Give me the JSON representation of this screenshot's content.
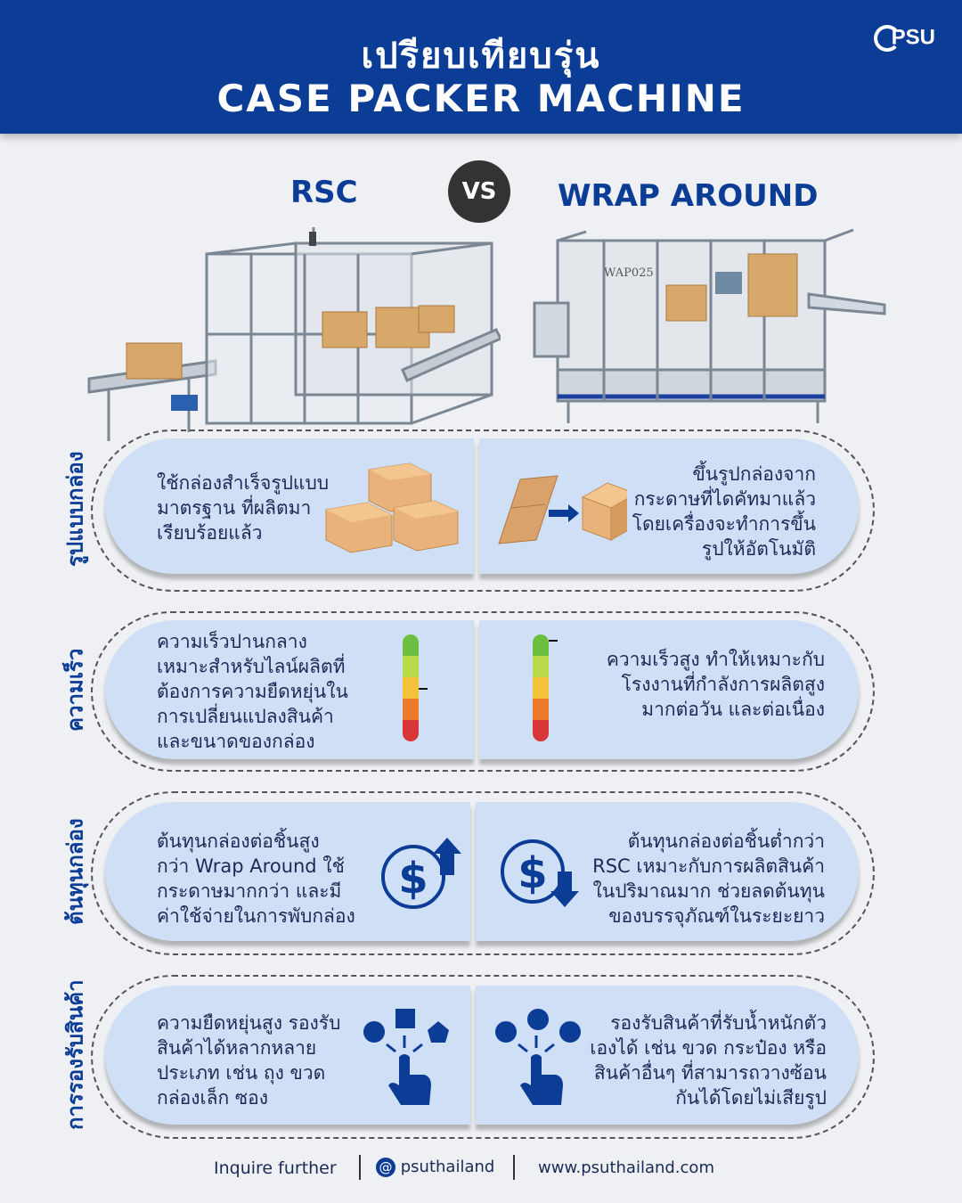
{
  "header": {
    "title_th": "เปรียบเทียบรุ่น",
    "title_en": "CASE PACKER MACHINE",
    "logo_text": "PSU"
  },
  "columns": {
    "left": "RSC",
    "vs": "VS",
    "right": "WRAP AROUND"
  },
  "machine_label": "WAP025",
  "rows": [
    {
      "label": "รูปแบบกล่อง",
      "left_lines": [
        "ใช้กล่องสำเร็จรูปแบบ",
        "มาตรฐาน ที่ผลิตมา",
        "เรียบร้อยแล้ว"
      ],
      "right_lines": [
        "ขึ้นรูปกล่องจาก",
        "กระดาษที่ไดคัทมาแล้ว",
        "โดยเครื่องจะทำการขึ้น",
        "รูปให้อัตโนมัติ"
      ],
      "left_icon": "stacked-boxes-icon",
      "right_icon": "flat-to-box-icon"
    },
    {
      "label": "ความเร็ว",
      "left_lines": [
        "ความเร็วปานกลาง",
        "เหมาะสำหรับไลน์ผลิตที่",
        "ต้องการความยืดหยุ่นใน",
        "การเปลี่ยนแปลงสินค้า",
        "และขนาดของกล่อง"
      ],
      "right_lines": [
        "ความเร็วสูง ทำให้เหมาะกับ",
        "โรงงานที่กำลังการผลิตสูง",
        "มากต่อวัน และต่อเนื่อง"
      ],
      "left_icon": "speed-gauge-medium-icon",
      "right_icon": "speed-gauge-high-icon",
      "left_level": 0.5,
      "right_level": 1.0,
      "gauge_colors": [
        "#6cbf3f",
        "#b8d94a",
        "#f2c23a",
        "#ee7a2e",
        "#d9363a"
      ]
    },
    {
      "label": "ต้นทุนกล่อง",
      "left_lines": [
        "ต้นทุนกล่องต่อชิ้นสูง",
        "กว่า Wrap Around ใช้",
        "กระดาษมากกว่า และมี",
        "ค่าใช้จ่ายในการพับกล่อง"
      ],
      "right_lines": [
        "ต้นทุนกล่องต่อชิ้นต่ำกว่า",
        "RSC เหมาะกับการผลิตสินค้า",
        "ในปริมาณมาก ช่วยลดต้นทุน",
        "ของบรรจุภัณฑ์ในระยะยาว"
      ],
      "left_icon": "dollar-up-icon",
      "right_icon": "dollar-down-icon"
    },
    {
      "label": "การรองรับสินค้า",
      "left_lines": [
        "ความยืดหยุ่นสูง รองรับ",
        "สินค้าได้หลากหลาย",
        "ประเภท เช่น ถุง ขวด",
        "กล่องเล็ก ซอง"
      ],
      "right_lines": [
        "รองรับสินค้าที่รับน้ำหนักตัว",
        "เองได้ เช่น ขวด กระป๋อง หรือ",
        "สินค้าอื่นๆ ที่สามารถวางซ้อน",
        "กันได้โดยไม่เสียรูป"
      ],
      "left_icon": "hand-choose-shapes-icon",
      "right_icon": "hand-choose-circles-icon"
    }
  ],
  "footer": {
    "inquire": "Inquire further",
    "handle": "psuthailand",
    "website": "www.psuthailand.com"
  },
  "colors": {
    "brand": "#0b3c96",
    "panel": "#cfe0f6",
    "background": "#eef0f3"
  }
}
